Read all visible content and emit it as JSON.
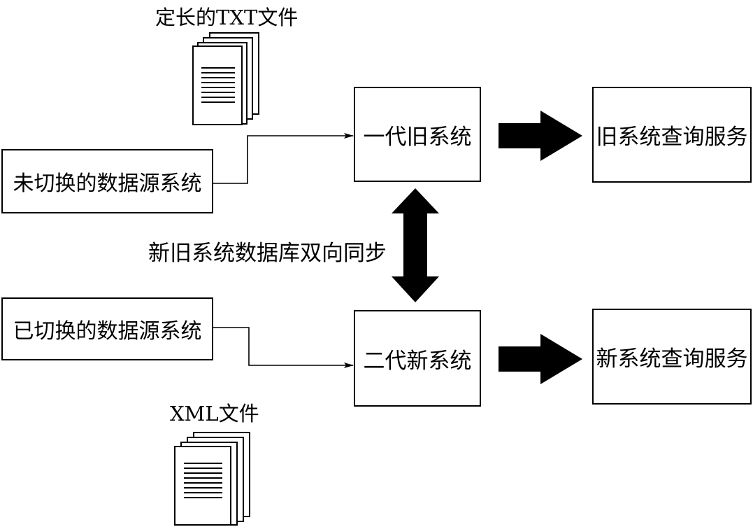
{
  "doc_icons": {
    "txt_label": "定长的TXT文件",
    "xml_label": "XML文件"
  },
  "sources": {
    "unswitched": "未切换的数据源系统",
    "switched": "已切换的数据源系统"
  },
  "systems": {
    "old": "一代旧系统",
    "new": "二代新系统"
  },
  "services": {
    "old": "旧系统查询服务",
    "new": "新系统查询服务"
  },
  "sync_label": "新旧系统数据库双向同步"
}
